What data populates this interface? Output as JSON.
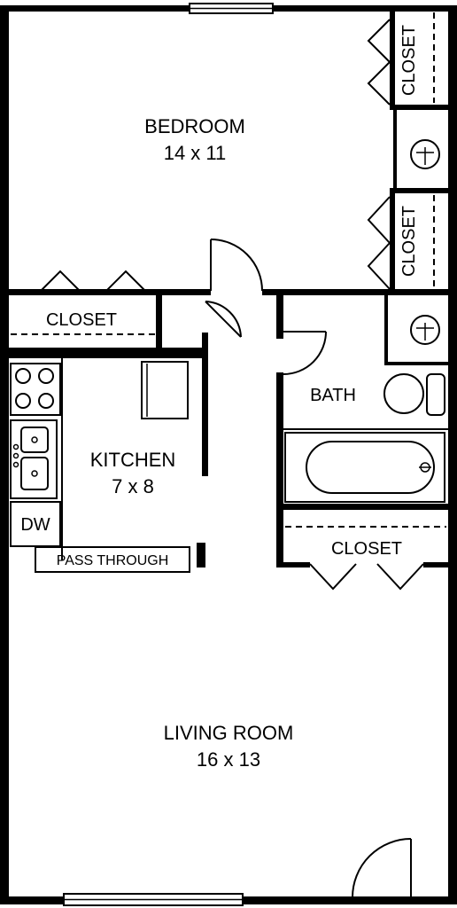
{
  "rooms": {
    "bedroom": {
      "name": "BEDROOM",
      "size": "14 x 11"
    },
    "kitchen": {
      "name": "KITCHEN",
      "size": "7 x 8"
    },
    "living": {
      "name": "LIVING ROOM",
      "size": "16 x 13"
    },
    "bath": {
      "name": "BATH"
    }
  },
  "labels": {
    "closet": "CLOSET",
    "dishwasher": "DW",
    "pass_through": "PASS THROUGH"
  }
}
